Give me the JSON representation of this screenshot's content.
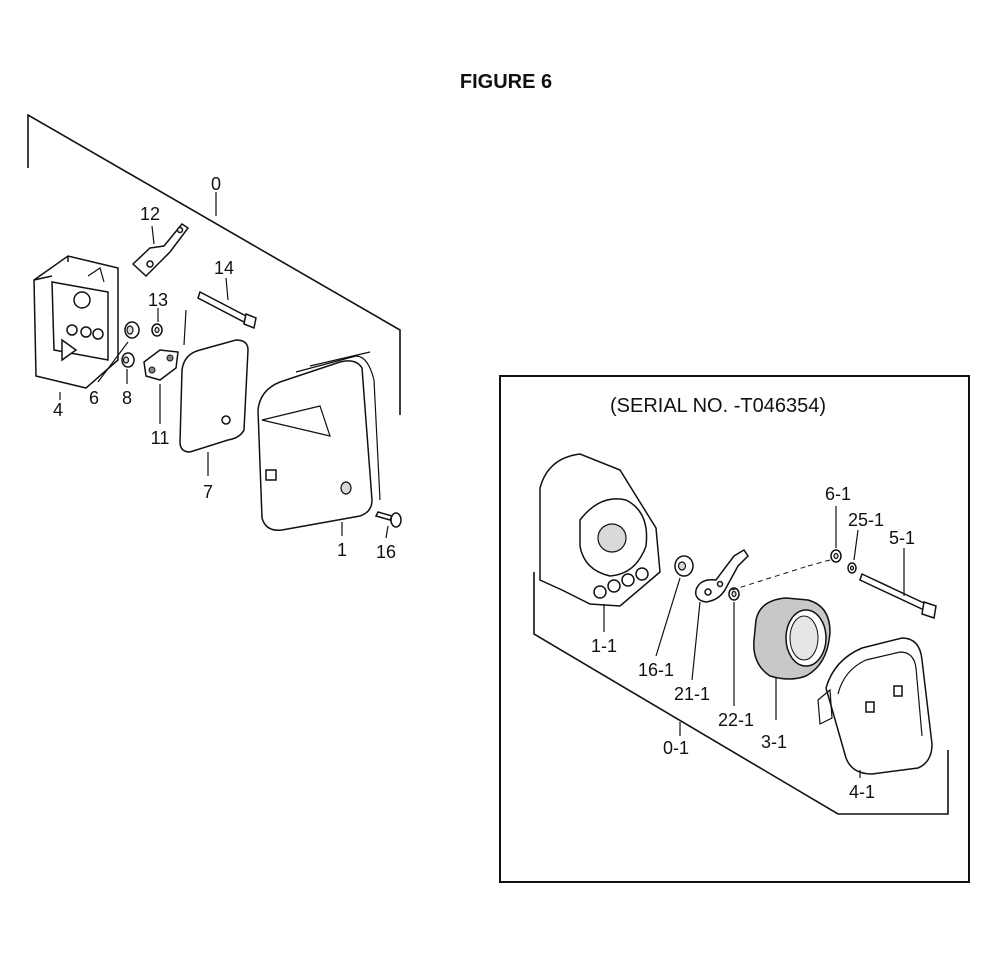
{
  "figure_title": "FIGURE 6",
  "inset": {
    "serial_text": "(SERIAL NO. -T046354)"
  },
  "labels": {
    "l0": "0",
    "l12": "12",
    "l14": "14",
    "l13": "13",
    "l4": "4",
    "l6": "6",
    "l8": "8",
    "l11": "11",
    "l7": "7",
    "l1": "1",
    "l16": "16",
    "l6_1": "6-1",
    "l25_1": "25-1",
    "l5_1": "5-1",
    "l1_1": "1-1",
    "l16_1": "16-1",
    "l21_1": "21-1",
    "l22_1": "22-1",
    "l3_1": "3-1",
    "l0_1": "0-1",
    "l4_1": "4-1"
  }
}
